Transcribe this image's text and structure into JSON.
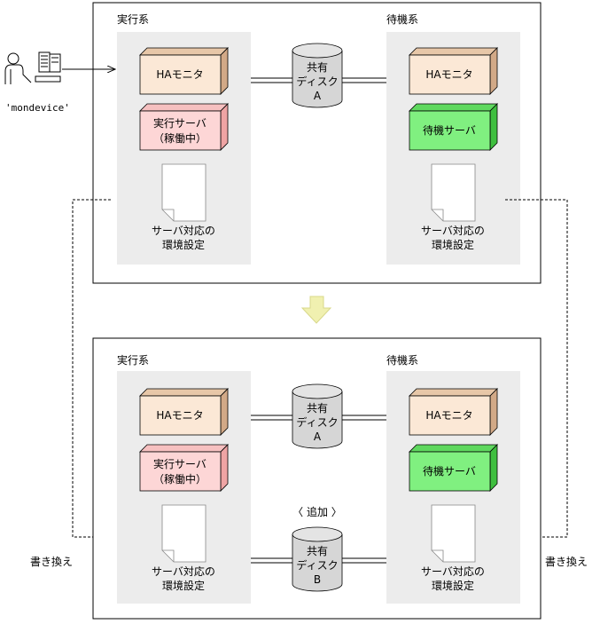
{
  "top": {
    "active_label": "実行系",
    "standby_label": "待機系",
    "hamon_active": "HAモニタ",
    "hamon_standby": "HAモニタ",
    "server_active_l1": "実行サーバ",
    "server_active_l2": "（稼働中）",
    "server_standby": "待機サーバ",
    "config_active_l1": "サーバ対応の",
    "config_active_l2": "環境設定",
    "config_standby_l1": "サーバ対応の",
    "config_standby_l2": "環境設定",
    "disk_a_l1": "共有",
    "disk_a_l2": "ディスク",
    "disk_a_l3": "A",
    "command": "'mondevice'"
  },
  "bottom": {
    "active_label": "実行系",
    "standby_label": "待機系",
    "hamon_active": "HAモニタ",
    "hamon_standby": "HAモニタ",
    "server_active_l1": "実行サーバ",
    "server_active_l2": "（稼働中）",
    "server_standby": "待機サーバ",
    "config_active_l1": "サーバ対応の",
    "config_active_l2": "環境設定",
    "config_standby_l1": "サーバ対応の",
    "config_standby_l2": "環境設定",
    "disk_a_l1": "共有",
    "disk_a_l2": "ディスク",
    "disk_a_l3": "A",
    "disk_b_l1": "共有",
    "disk_b_l2": "ディスク",
    "disk_b_l3": "B",
    "added": "〈 追加 〉",
    "rewrite_left": "書き換え",
    "rewrite_right": "書き換え"
  },
  "colors": {
    "hamon_face": "#fbe8d6",
    "hamon_side": "#d2a987",
    "server_active_face": "#fdd6d6",
    "server_active_side": "#efa4a4",
    "server_standby_face": "#80f080",
    "server_standby_side": "#3fbf3f",
    "panel": "#ececec",
    "disk": "#d6d6d6",
    "arrow": "#f0f0b0"
  }
}
